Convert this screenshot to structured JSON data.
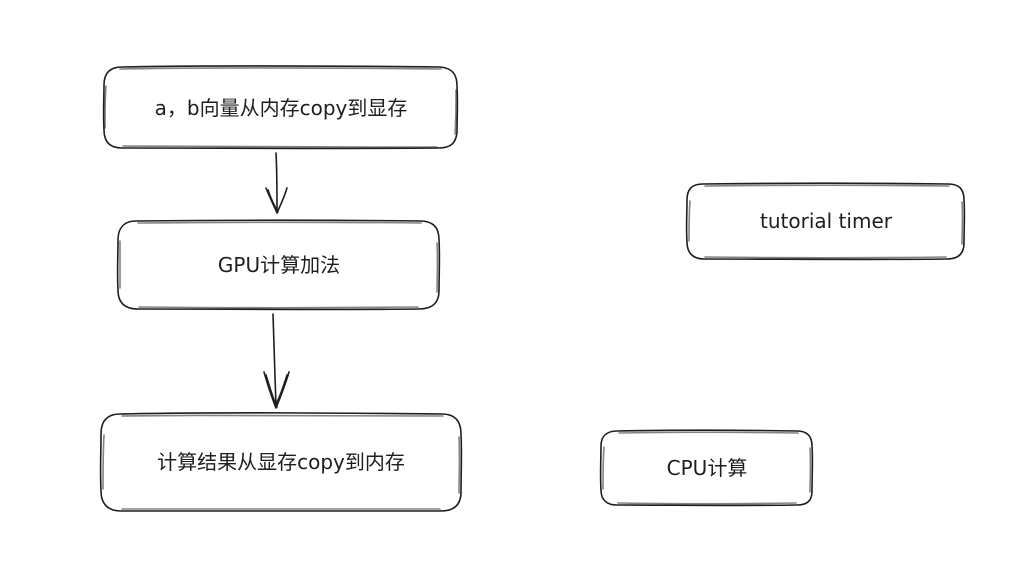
{
  "diagram": {
    "nodes": [
      {
        "id": "copy-to-gpu",
        "label": "a，b向量从内存copy到显存"
      },
      {
        "id": "gpu-add",
        "label": "GPU计算加法"
      },
      {
        "id": "copy-to-host",
        "label": "计算结果从显存copy到内存"
      },
      {
        "id": "tutorial-timer",
        "label": "tutorial timer"
      },
      {
        "id": "cpu-compute",
        "label": "CPU计算"
      }
    ],
    "edges": [
      {
        "from": "copy-to-gpu",
        "to": "gpu-add"
      },
      {
        "from": "gpu-add",
        "to": "copy-to-host"
      }
    ],
    "colors": {
      "stroke": "#1e1e1e",
      "background": "#ffffff"
    }
  }
}
